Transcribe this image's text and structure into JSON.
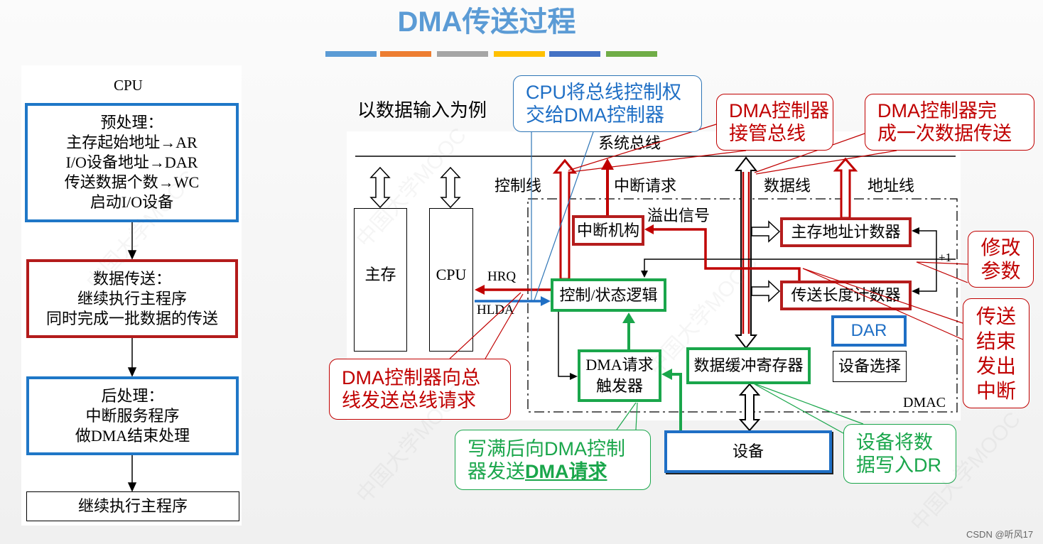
{
  "title": "DMA传送过程",
  "colors": {
    "title": "#5b9bd5",
    "blue": "#1f6fc5",
    "red": "#c00000",
    "green": "#1aa64b",
    "accent_bars": [
      "#5b9bd5",
      "#ed7d31",
      "#a5a5a5",
      "#ffc000",
      "#4472c4",
      "#70ad47"
    ]
  },
  "flowchart": {
    "header": "CPU",
    "preprocess": [
      "预处理：",
      "主存起始地址→AR",
      "I/O设备地址→DAR",
      "传送数据个数→WC",
      "启动I/O设备"
    ],
    "transfer": [
      "数据传送：",
      "继续执行主程序",
      "同时完成一批数据的传送"
    ],
    "postprocess": [
      "后处理：",
      "中断服务程序",
      "做DMA结束处理"
    ],
    "resume": "继续执行主程序"
  },
  "diagram": {
    "caption": "以数据输入为例",
    "system_bus": "系统总线",
    "control_line": "控制线",
    "interrupt_request": "中断请求",
    "data_line": "数据线",
    "address_line": "地址线",
    "main_memory": "主存",
    "cpu": "CPU",
    "hrq": "HRQ",
    "hlda": "HLDA",
    "interrupt_unit": "中断机构",
    "overflow_signal": "溢出信号",
    "address_counter": "主存地址计数器",
    "length_counter": "传送长度计数器",
    "plus_one": "+1",
    "control_logic": "控制/状态逻辑",
    "request_trigger": [
      "DMA请求",
      "触发器"
    ],
    "data_buffer": "数据缓冲寄存器",
    "dar": "DAR",
    "device_select": "设备选择",
    "device": "设备",
    "dmac": "DMAC"
  },
  "callouts": {
    "cpu_grants_bus": [
      "CPU将总线控制权",
      "交给DMA控制器"
    ],
    "dmac_takes_bus": [
      "DMA控制器",
      "接管总线"
    ],
    "dmac_completes_transfer": [
      "DMA控制器完",
      "成一次数据传送"
    ],
    "modify_params": [
      "修改",
      "参数"
    ],
    "end_interrupt": [
      "传送",
      "结束",
      "发出",
      "中断"
    ],
    "bus_request": [
      "DMA控制器向总",
      "线发送总线请求"
    ],
    "dma_request": {
      "line1": "写满后向DMA控制",
      "line2_prefix": "器发送",
      "line2_emphasis": "DMA请求"
    },
    "device_writes": [
      "设备将数",
      "据写入DR"
    ]
  },
  "watermark": "中国大学MOOC",
  "footer": "CSDN @听风17"
}
